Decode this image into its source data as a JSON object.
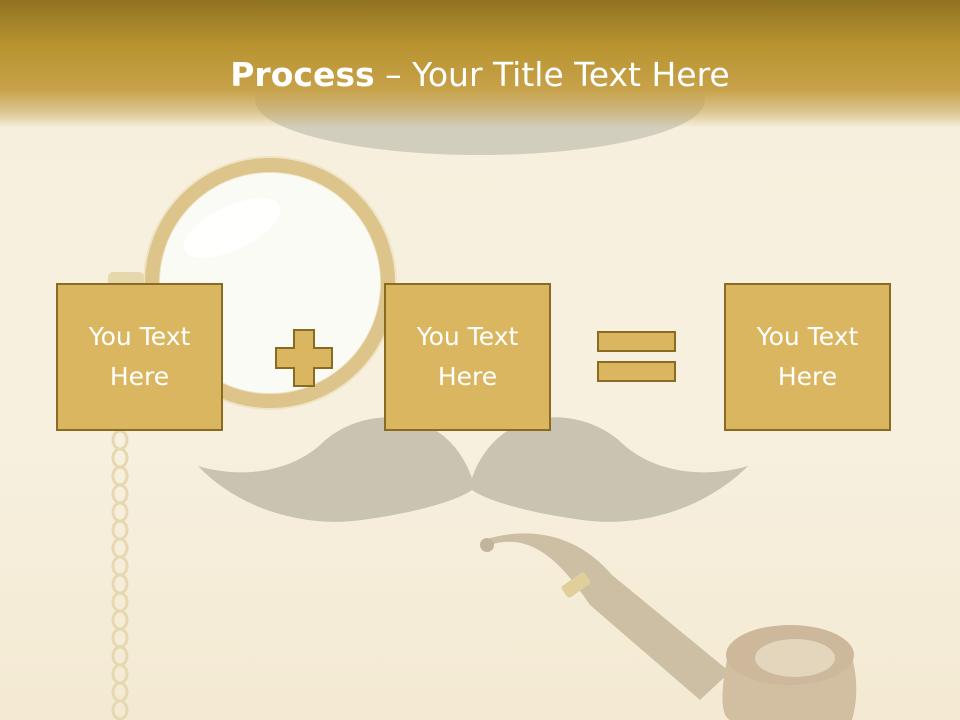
{
  "slide": {
    "title_bold": "Process",
    "title_rest": " – Your Title Text Here",
    "boxes": [
      {
        "text": "You Text Here"
      },
      {
        "text": "You Text Here"
      },
      {
        "text": "You Text Here"
      }
    ],
    "operators": [
      "plus-icon",
      "equals-icon"
    ],
    "colors": {
      "title_bar": "#b8932f",
      "box_fill": "#d9b65f",
      "box_border": "#8a6b22",
      "background": "#f6efdc"
    }
  }
}
